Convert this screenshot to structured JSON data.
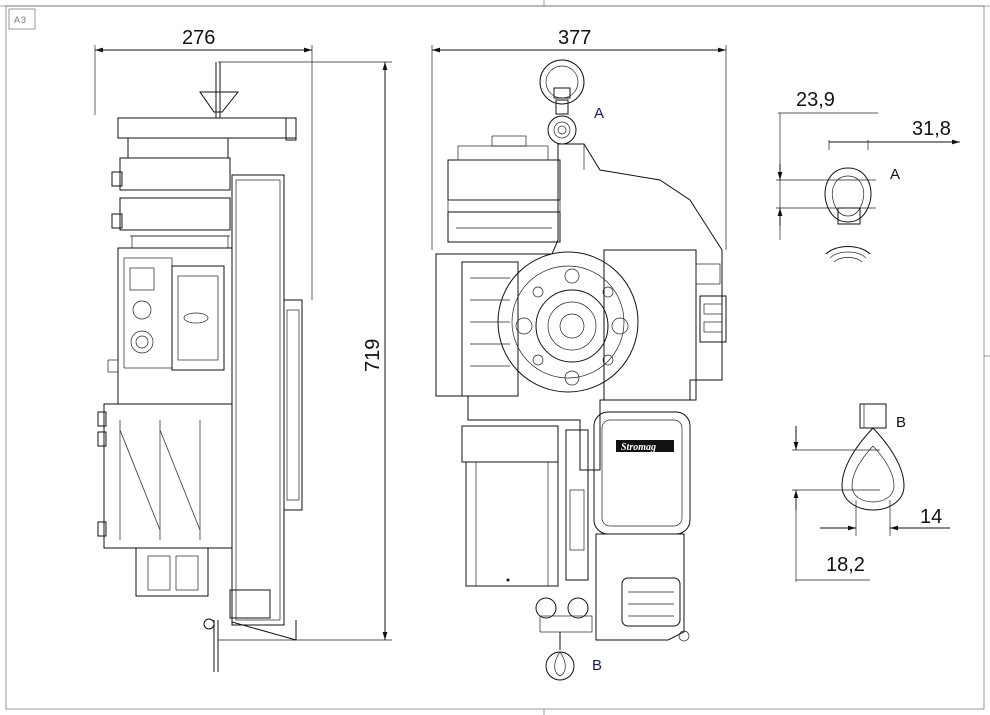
{
  "sheet": {
    "size_tag": "A3"
  },
  "side_view": {
    "width_label": "276"
  },
  "front_view": {
    "width_label": "377",
    "height_label": "719",
    "hook_top_label": "A",
    "hook_bottom_label": "B",
    "nameplate_brand": "Stromag"
  },
  "detail_a": {
    "label": "A",
    "dim_top": "23,9",
    "dim_right": "31,8"
  },
  "detail_b": {
    "label": "B",
    "dim_right": "14",
    "dim_bottom": "18,2"
  }
}
